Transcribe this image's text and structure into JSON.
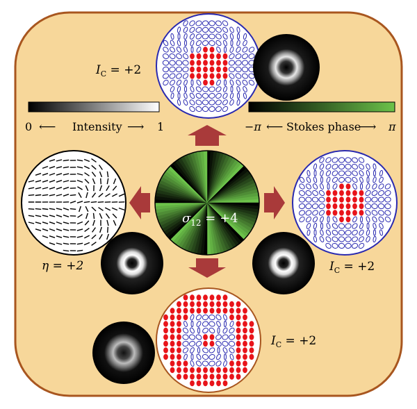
{
  "labels": {
    "ic_top": "I",
    "ic_sub": "C",
    "ic_value": " = +2",
    "eta": "η = +2",
    "sigma": "σ",
    "sigma_sub": "12",
    "sigma_value": " = +4"
  },
  "intensity_bar": {
    "min_label": "0",
    "label": "Intensity",
    "max_label": "1",
    "arrow_left": "⟵",
    "arrow_right": "⟶"
  },
  "phase_bar": {
    "min_label": "−π",
    "label": "Stokes phase",
    "max_label": "π",
    "arrow_left": "⟵",
    "arrow_right": "⟶"
  },
  "colors": {
    "panel_bg": "#f7d79a",
    "panel_border": "#a8561f",
    "arrow": "#a93a3a",
    "red_ellipse": "#e8141a",
    "blue_ellipse": "#2a2ab0",
    "green": "#6cc24a",
    "black": "#000000"
  }
}
